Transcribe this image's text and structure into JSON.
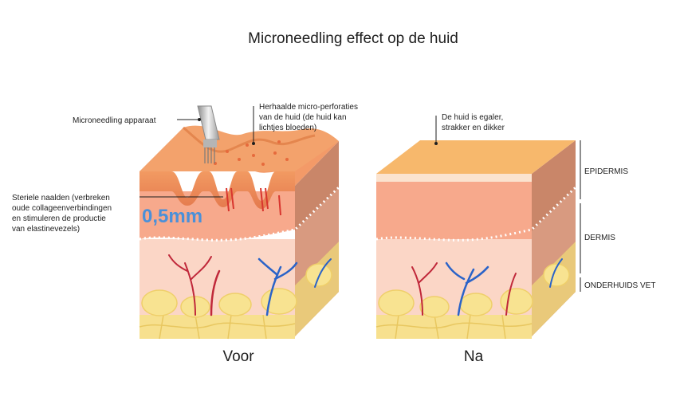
{
  "title": "Microneedling effect op de huid",
  "panels": {
    "before": {
      "caption": "Voor",
      "depth_label": "0,5mm",
      "callouts": {
        "device": "Microneedling apparaat",
        "perforations": [
          "Herhaalde micro-perforaties",
          "van de huid (de huid kan",
          "lichtjes bloeden)"
        ],
        "needles": [
          "Steriele naalden (verbreken",
          "oude collageenverbindingen",
          "en stimuleren de productie",
          "van elastinevezels)"
        ]
      }
    },
    "after": {
      "caption": "Na",
      "callouts": {
        "result": [
          "De huid is egaler,",
          "strakker en dikker"
        ]
      }
    }
  },
  "layers": {
    "epidermis": "EPIDERMIS",
    "dermis": "DERMIS",
    "fat": "ONDERHUIDS VET"
  },
  "colors": {
    "epidermis_before": "#ee8a5a",
    "epidermis_after": "#f7b86c",
    "dermis_top": "#f7a98c",
    "dermis_lower": "#fbd6c6",
    "fat": "#f7e08e",
    "side": "#c87f67",
    "vein": "#2a63c8",
    "artery": "#c0283a",
    "depth_label": "#4a90d9"
  }
}
